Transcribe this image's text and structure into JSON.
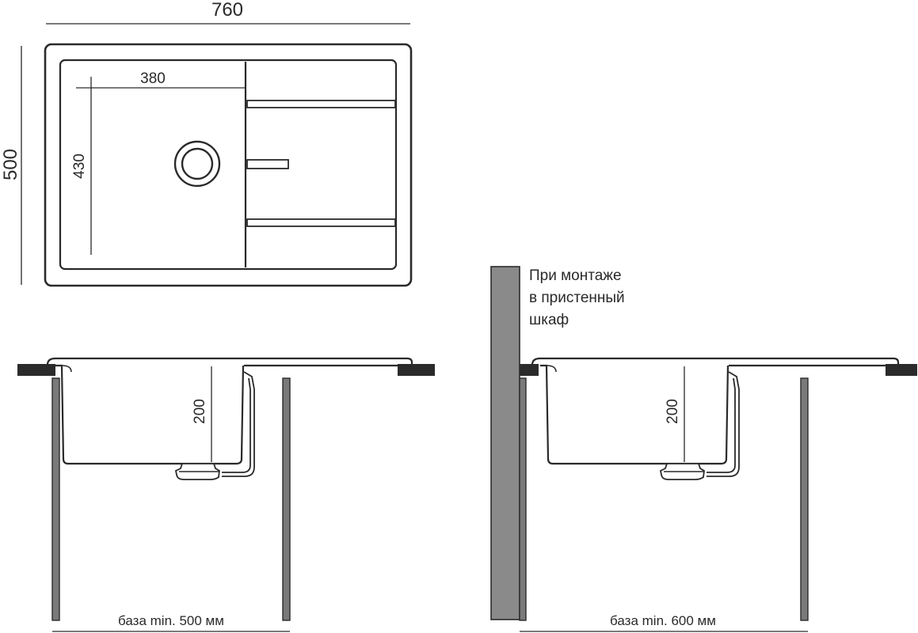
{
  "dimensions": {
    "overall_width": "760",
    "overall_depth": "500",
    "bowl_width": "380",
    "bowl_length": "430",
    "bowl_depth_left": "200",
    "bowl_depth_right": "200"
  },
  "wall_note": {
    "line1": "При монтаже",
    "line2": "в пристенный",
    "line3": "шкаф"
  },
  "base_left": "база min. 500 мм",
  "base_right": "база min. 600 мм",
  "colors": {
    "line": "#2a2a2a",
    "countertop": "#2b2b2b",
    "wall": "#8a8a8a",
    "cabinet_side": "#7a7a7a"
  }
}
